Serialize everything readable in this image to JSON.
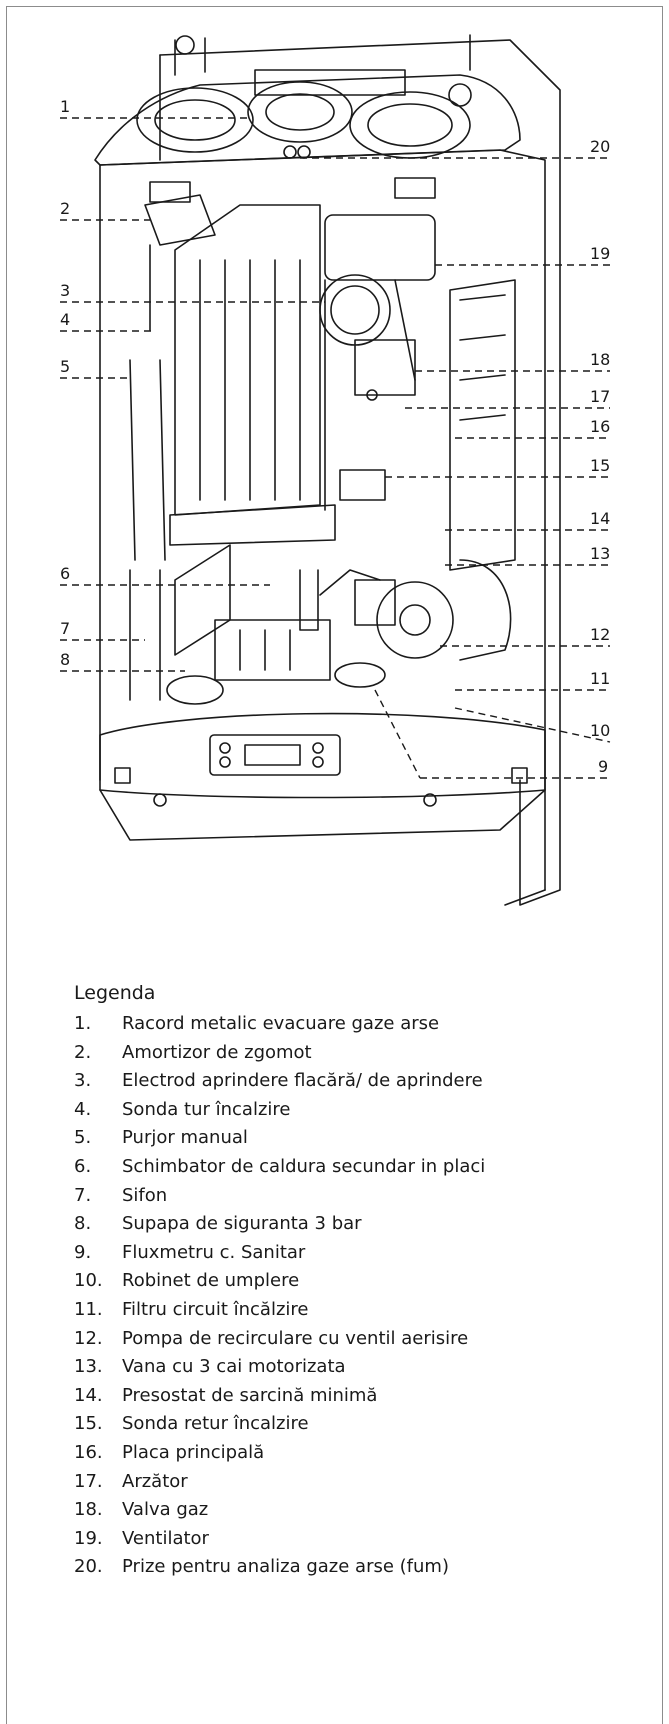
{
  "diagram": {
    "callouts": [
      {
        "number": "1",
        "side": "left"
      },
      {
        "number": "2",
        "side": "left"
      },
      {
        "number": "3",
        "side": "left"
      },
      {
        "number": "4",
        "side": "left"
      },
      {
        "number": "5",
        "side": "left"
      },
      {
        "number": "6",
        "side": "left"
      },
      {
        "number": "7",
        "side": "left"
      },
      {
        "number": "8",
        "side": "left"
      },
      {
        "number": "9",
        "side": "right"
      },
      {
        "number": "10",
        "side": "right"
      },
      {
        "number": "11",
        "side": "right"
      },
      {
        "number": "12",
        "side": "right"
      },
      {
        "number": "13",
        "side": "right"
      },
      {
        "number": "14",
        "side": "right"
      },
      {
        "number": "15",
        "side": "right"
      },
      {
        "number": "16",
        "side": "right"
      },
      {
        "number": "17",
        "side": "right"
      },
      {
        "number": "18",
        "side": "right"
      },
      {
        "number": "19",
        "side": "right"
      },
      {
        "number": "20",
        "side": "right"
      }
    ]
  },
  "legend": {
    "title": "Legenda",
    "items": [
      {
        "num": "1.",
        "text": "Racord metalic evacuare gaze arse"
      },
      {
        "num": "2.",
        "text": "Amortizor de zgomot"
      },
      {
        "num": "3.",
        "text": "Electrod aprindere flacără/ de aprindere"
      },
      {
        "num": "4.",
        "text": "Sonda tur încalzire"
      },
      {
        "num": "5.",
        "text": "Purjor manual"
      },
      {
        "num": "6.",
        "text": "Schimbator de caldura secundar in placi"
      },
      {
        "num": "7.",
        "text": "Sifon"
      },
      {
        "num": "8.",
        "text": "Supapa de siguranta 3 bar"
      },
      {
        "num": "9.",
        "text": "Fluxmetru c. Sanitar"
      },
      {
        "num": "10.",
        "text": "Robinet de umplere"
      },
      {
        "num": "11.",
        "text": "Filtru circuit încălzire"
      },
      {
        "num": "12.",
        "text": "Pompa de recirculare cu ventil aerisire"
      },
      {
        "num": "13.",
        "text": "Vana cu 3 cai motorizata"
      },
      {
        "num": "14.",
        "text": "Presostat de sarcină minimă"
      },
      {
        "num": "15.",
        "text": "Sonda retur încalzire"
      },
      {
        "num": "16.",
        "text": "Placa principală"
      },
      {
        "num": "17.",
        "text": "Arzător"
      },
      {
        "num": "18.",
        "text": "Valva gaz"
      },
      {
        "num": "19.",
        "text": "Ventilator"
      },
      {
        "num": "20.",
        "text": "Prize pentru analiza gaze arse (fum)"
      }
    ]
  },
  "colors": {
    "line": "#1a1a1a",
    "frame": "#8c8c8c",
    "hatch": "#5a5a5a"
  }
}
